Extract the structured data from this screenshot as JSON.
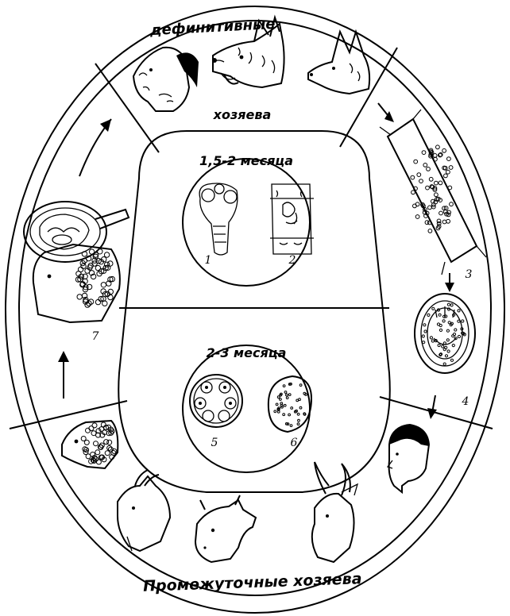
{
  "diagram": {
    "outer_ring_top_label_1": "дефинитивные",
    "outer_ring_top_label_2": "хозяева",
    "outer_ring_bottom_label": "Промежуточные хозяева",
    "inner_top_period": "1,5-2 месяца",
    "inner_bottom_period": "2-3 месяца",
    "stage_numbers": {
      "n1": "1",
      "n2": "2",
      "n3": "3",
      "n4": "4",
      "n5": "5",
      "n6": "6",
      "n7": "7"
    },
    "colors": {
      "ink": "#000000",
      "paper": "#ffffff"
    },
    "icons": {
      "definitive_hosts": [
        "dog-head-icon",
        "wolf-head-icon",
        "jackal-head-icon"
      ],
      "intermediate_hosts": [
        "sheep-head-icon",
        "goat-head-icon",
        "cow-head-icon",
        "antelope-head-icon",
        "human-head-icon"
      ],
      "stages": [
        "scolex-icon",
        "intestine-worms-icon",
        "proglottid-eggs-icon",
        "egg-oncosphere-icon",
        "cyst-protoscolices-icon",
        "hydatid-cyst-icon",
        "infected-liver-icon"
      ]
    }
  }
}
